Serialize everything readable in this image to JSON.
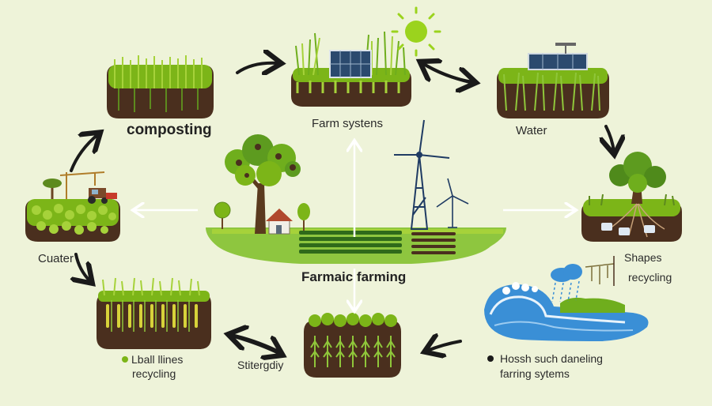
{
  "title": "Farmaic farming",
  "nodes": {
    "composting": "composting",
    "farm_systems": "Farm systens",
    "water": "Water",
    "cuater": "Cuater",
    "shapes": "Shapes",
    "shapes_recycling": "recycling",
    "lines_line1": "Lball llines",
    "lines_line2": "recycling",
    "strategy": "Stitergdiy",
    "hossh_line1": "Hossh such daneling",
    "hossh_line2": "farring sytems"
  },
  "colors": {
    "background": "#eef3d9",
    "soil": "#4a2f1e",
    "grass": "#7cb518",
    "dark_grass": "#4f8a1b",
    "arrow": "#1a1a1a",
    "water": "#3a8fd6",
    "sun": "#9bd31d",
    "turbine": "#1f3b63"
  }
}
